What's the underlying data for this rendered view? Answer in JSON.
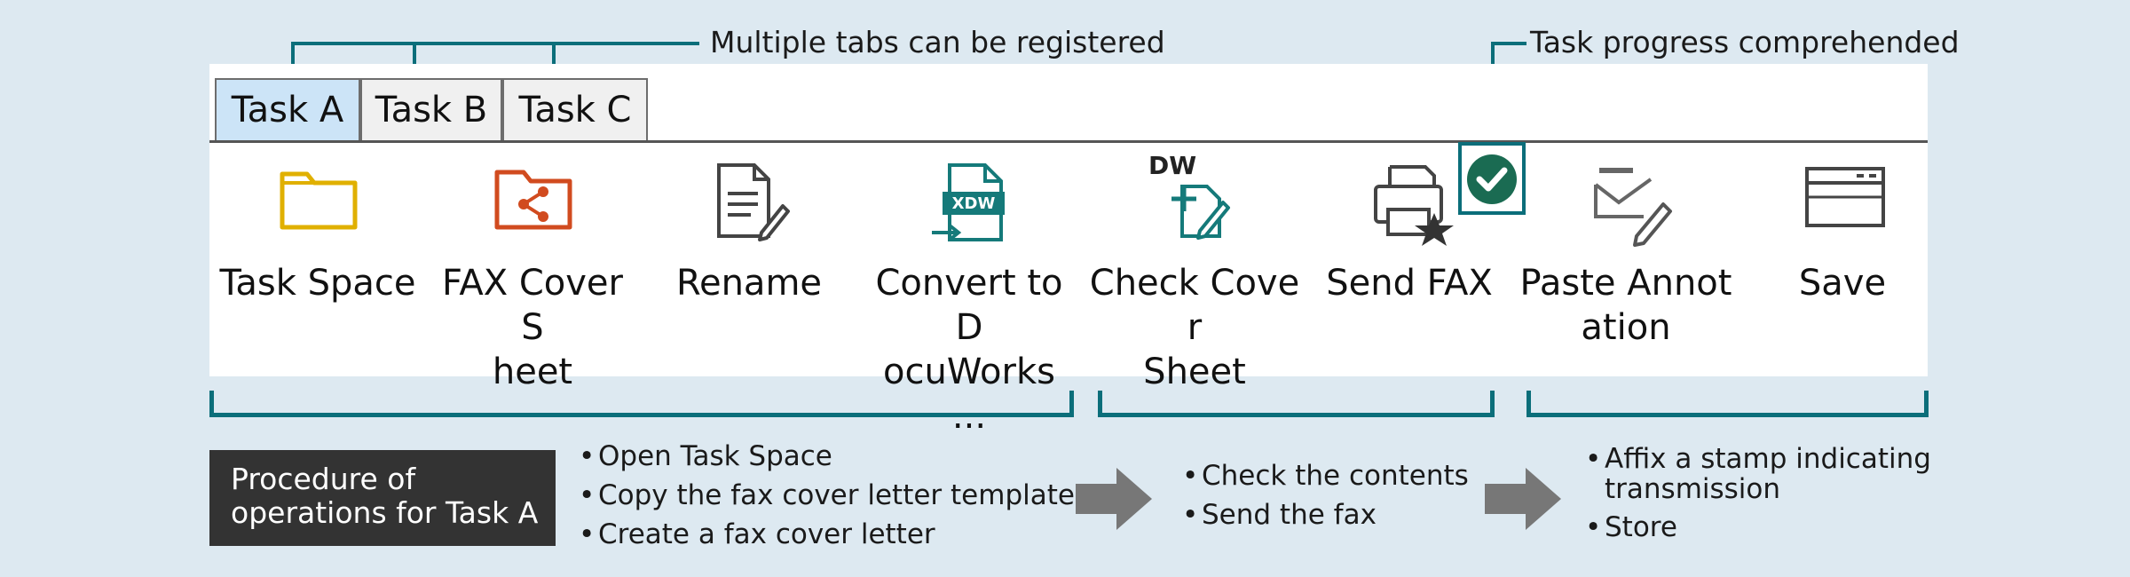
{
  "callouts": {
    "tabs_note": "Multiple tabs can be registered",
    "progress_note": "Task progress comprehended"
  },
  "tabs": [
    {
      "label": "Task A",
      "active": true
    },
    {
      "label": "Task B",
      "active": false
    },
    {
      "label": "Task C",
      "active": false
    }
  ],
  "toolbar": [
    {
      "label": "Task Space",
      "icon": "folder-icon"
    },
    {
      "label": "FAX Cover S\nheet",
      "icon": "share-folder-icon"
    },
    {
      "label": "Rename",
      "icon": "rename-document-icon"
    },
    {
      "label": "Convert to D\nocuWorks ...",
      "icon": "xdw-convert-icon"
    },
    {
      "label": "Check Cover\nSheet",
      "icon": "dw-check-edit-icon",
      "icon_text": "DW"
    },
    {
      "label": "Send FAX",
      "icon": "fax-printer-star-icon"
    },
    {
      "label": "Paste Annot\nation",
      "icon": "stamp-annotation-icon"
    },
    {
      "label": "Save",
      "icon": "save-window-icon"
    }
  ],
  "procedure": {
    "title": "Procedure of\noperations for Task A",
    "group1": [
      "Open Task Space",
      "Copy the fax cover letter template",
      "Create a fax cover letter"
    ],
    "group2": [
      "Check the contents",
      "Send the fax"
    ],
    "group3": [
      "Affix a stamp indicating\ntransmission",
      "Store"
    ]
  },
  "colors": {
    "background": "#dde9f1",
    "accent_teal": "#0b6e7a",
    "active_tab": "#cce4f7",
    "procedure_box": "#333333",
    "arrow": "#777777"
  }
}
